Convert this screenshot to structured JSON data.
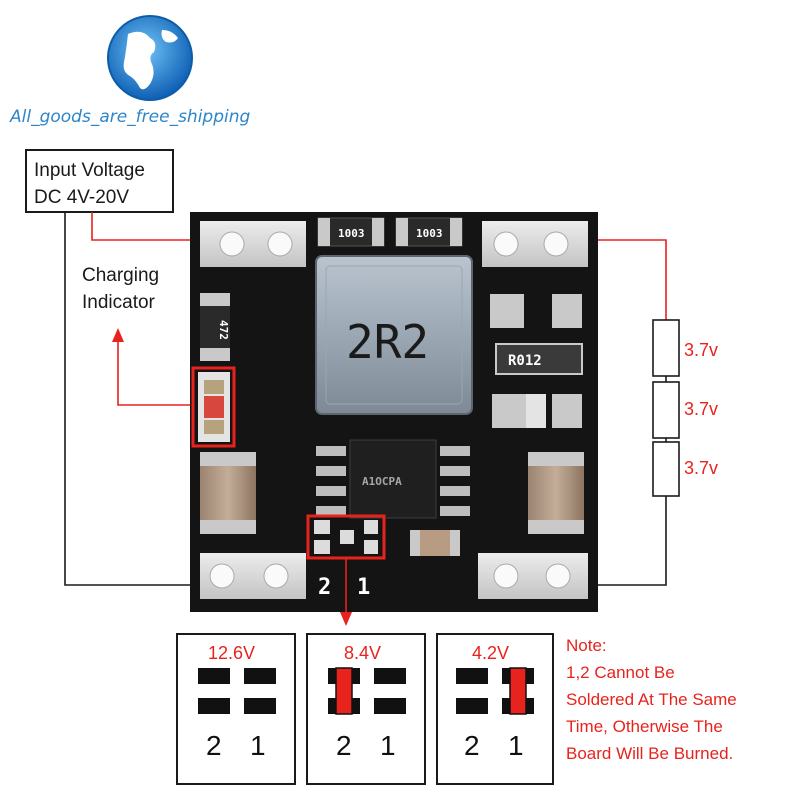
{
  "brand": {
    "watermark": "All_goods_are_free_shipping",
    "logo_icon": "globe-icon"
  },
  "input_box": {
    "line1": "Input Voltage",
    "line2": "DC 4V-20V"
  },
  "charging_indicator": {
    "line1": "Charging",
    "line2": "Indicator"
  },
  "board": {
    "inductor_label": "2R2",
    "resistor_label": "R012",
    "smd_a": "1003",
    "smd_b": "1003",
    "smd_side": "472",
    "ic_label": "A1OCPA",
    "pad_2": "2",
    "pad_1": "1"
  },
  "cells": [
    {
      "voltage": "3.7v"
    },
    {
      "voltage": "3.7v"
    },
    {
      "voltage": "3.7v"
    }
  ],
  "configs": [
    {
      "voltage": "12.6V",
      "num_2": "2",
      "num_1": "1",
      "bridged": "none"
    },
    {
      "voltage": "8.4V",
      "num_2": "2",
      "num_1": "1",
      "bridged": "2"
    },
    {
      "voltage": "4.2V",
      "num_2": "2",
      "num_1": "1",
      "bridged": "1"
    }
  ],
  "note": {
    "title": "Note:",
    "line1": "1,2 Cannot Be",
    "line2": "Soldered At The Same",
    "line3": "Time, Otherwise The",
    "line4": "Board Will Be Burned."
  },
  "colors": {
    "accent_red": "#e8231d",
    "pcb_black": "#141414",
    "pad_silver": "#d8d8d8",
    "logo_blue": "#2c86c9"
  }
}
